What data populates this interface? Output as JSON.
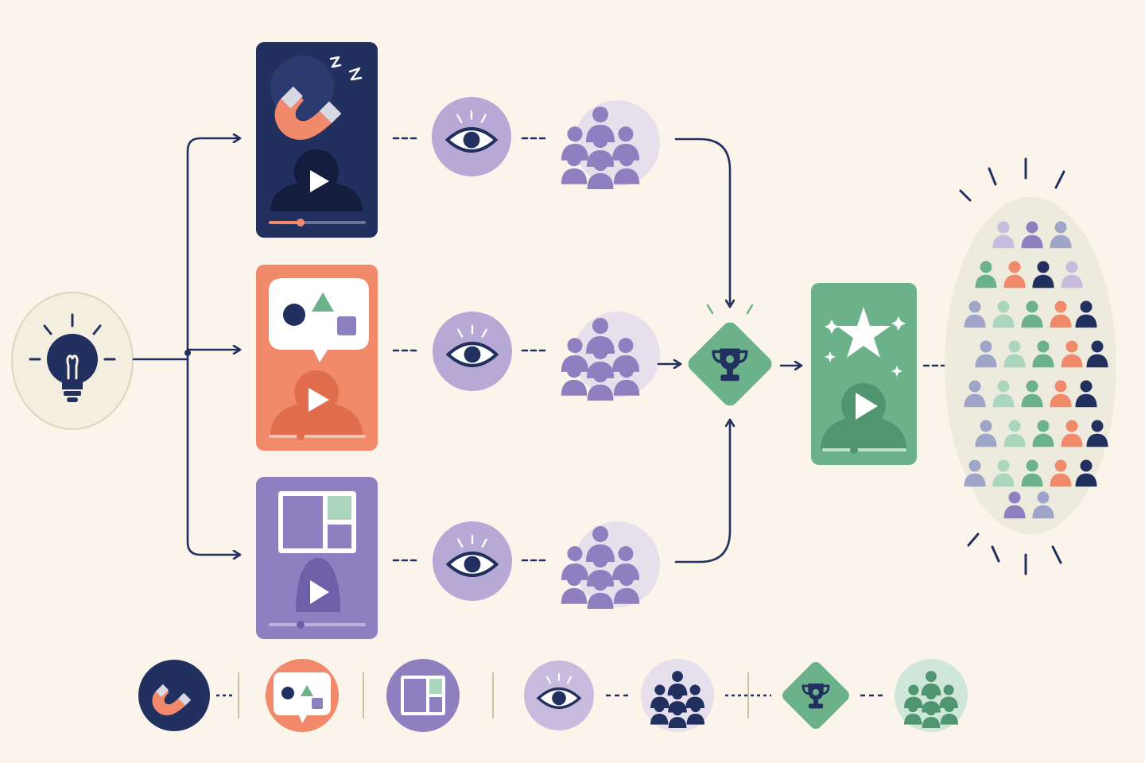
{
  "colors": {
    "background": "#FAF4EA",
    "navy": "#22305F",
    "coral": "#F08A6A",
    "purple": "#8E7FC0",
    "lavender": "#C7BCDD",
    "green": "#6BB28B",
    "mint": "#A9D6BC",
    "idea_bg": "#F3EEDF",
    "crowd_bg": "#ECEBDD"
  },
  "icons": {
    "idea": "lightbulb-icon",
    "variant_hook": "magnet-icon",
    "variant_story": "speech-bubble-shapes-icon",
    "variant_layout": "grid-layout-icon",
    "view": "eye-icon",
    "audience": "people-group-icon",
    "test": "trophy-icon",
    "winner": "star-icon",
    "play": "play-icon",
    "crowd": "crowd-icon"
  },
  "diagram": {
    "variants": [
      "hook",
      "story",
      "layout"
    ],
    "legend": [
      "magnet",
      "speech-bubble",
      "grid-layout",
      "eye",
      "people-group",
      "trophy",
      "people-group"
    ]
  }
}
